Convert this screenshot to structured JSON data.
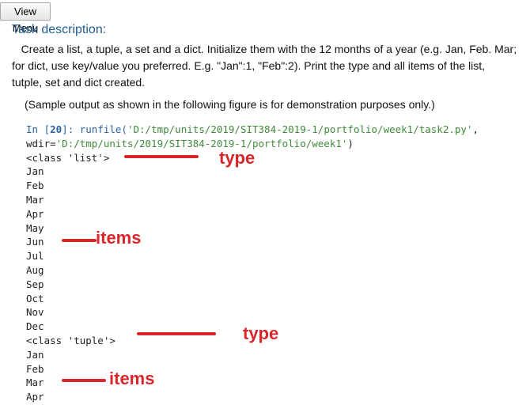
{
  "toolbar": {
    "view_menu_label": "View Menu"
  },
  "task": {
    "heading": "Task description:",
    "text": "Create a list, a tuple, a set and a dict. Initialize them with the 12 months of a year (e.g. Jan, Feb. Mar; for dict, use key/value you preferred. E.g. \"Jan\":1, \"Feb\":2). Print the type and all items of the list, tutple, set and dict created."
  },
  "sample_note": "(Sample output as shown in the following figure is for demonstration purposes only.)",
  "console": {
    "prompt_prefix": "In [",
    "prompt_number": "20",
    "prompt_suffix": "]: runfile(",
    "file_path": "'D:/tmp/units/2019/SIT384-2019-1/portfolio/week1/task2.py'",
    "comma": ",",
    "wdir_label": "wdir=",
    "wdir_path": "'D:/tmp/units/2019/SIT384-2019-1/portfolio/week1'",
    "close_paren": ")",
    "lines": [
      "<class 'list'>",
      "Jan",
      "Feb",
      "Mar",
      "Apr",
      "May",
      "Jun",
      "Jul",
      "Aug",
      "Sep",
      "Oct",
      "Nov",
      "Dec",
      "<class 'tuple'>",
      "Jan",
      "Feb",
      "Mar",
      "Apr"
    ]
  },
  "annotations": {
    "type_label_1": "type",
    "items_label_1": "items",
    "type_label_2": "type",
    "items_label_2": "items",
    "color": "#d9262b"
  }
}
